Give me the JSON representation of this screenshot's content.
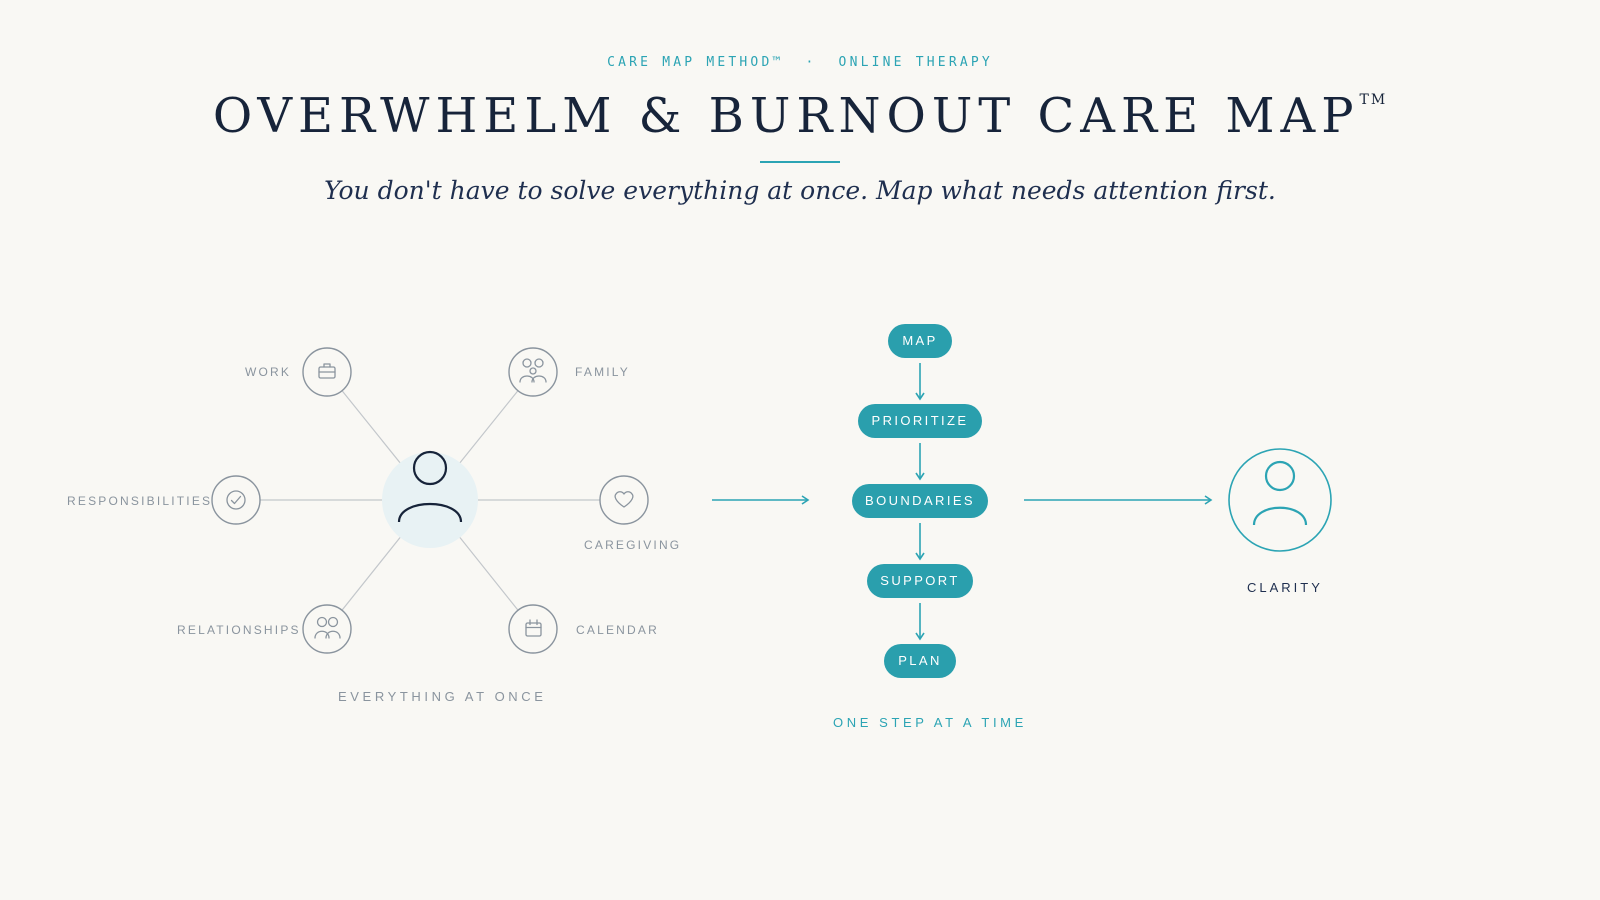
{
  "header": {
    "eyebrow_left": "CARE MAP METHOD™",
    "eyebrow_sep": "·",
    "eyebrow_right": "ONLINE THERAPY",
    "title": "OVERWHELM & BURNOUT CARE MAP",
    "title_mark": "TM",
    "subtitle": "You don't have to solve everything at once. Map what needs attention first."
  },
  "overwhelm": {
    "center_icon": "person-icon",
    "nodes": [
      {
        "label": "WORK",
        "icon": "briefcase-icon"
      },
      {
        "label": "FAMILY",
        "icon": "family-icon"
      },
      {
        "label": "RESPONSIBILITIES",
        "icon": "check-circle-icon"
      },
      {
        "label": "CAREGIVING",
        "icon": "heart-icon"
      },
      {
        "label": "RELATIONSHIPS",
        "icon": "people-icon"
      },
      {
        "label": "CALENDAR",
        "icon": "calendar-icon"
      }
    ],
    "caption": "EVERYTHING AT ONCE"
  },
  "steps": {
    "items": [
      "MAP",
      "PRIORITIZE",
      "BOUNDARIES",
      "SUPPORT",
      "PLAN"
    ],
    "caption": "ONE STEP AT A TIME"
  },
  "outcome": {
    "label": "CLARITY",
    "icon": "person-icon"
  },
  "colors": {
    "background": "#f9f8f4",
    "teal": "#2ca4b4",
    "navy": "#17243a",
    "grey": "#8a949e",
    "halo": "#e8f2f4"
  }
}
